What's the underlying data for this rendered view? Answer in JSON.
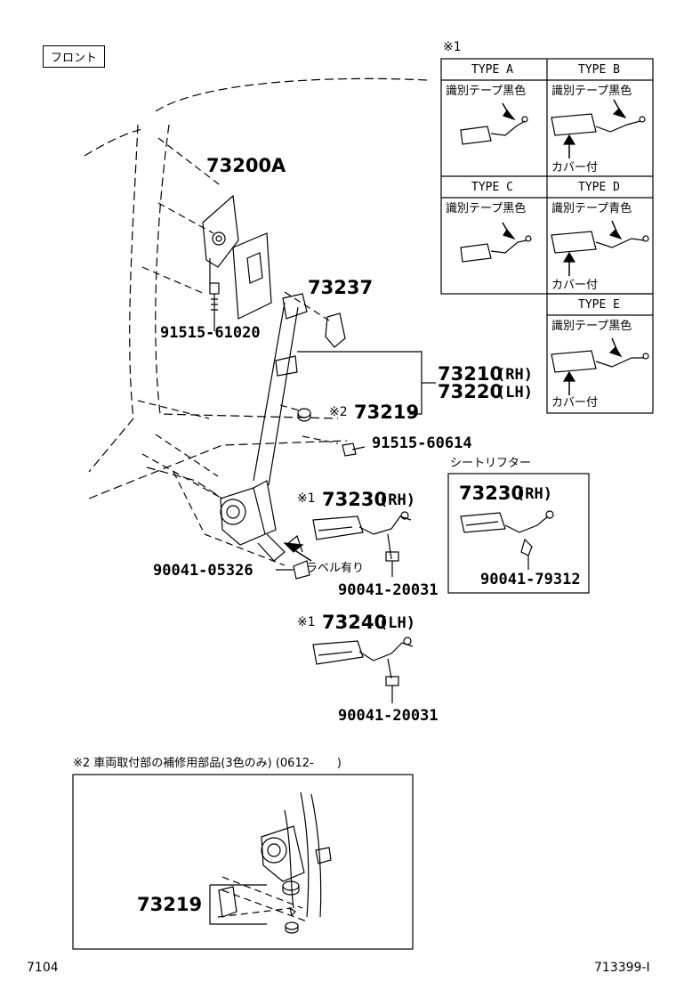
{
  "front_label": "フロント",
  "ref1_label": "※1",
  "types": [
    {
      "header": "TYPE A",
      "tape": "識別テープ黒色",
      "cover": ""
    },
    {
      "header": "TYPE B",
      "tape": "識別テープ黒色",
      "cover": "カバー付"
    },
    {
      "header": "TYPE C",
      "tape": "識別テープ黒色",
      "cover": ""
    },
    {
      "header": "TYPE D",
      "tape": "識別テープ青色",
      "cover": "カバー付"
    },
    {
      "header": "TYPE E",
      "tape": "識別テープ黒色",
      "cover": "カバー付"
    }
  ],
  "parts": {
    "p73200a": "73200A",
    "p91515_61020": "91515-61020",
    "p73237": "73237",
    "p73210": "73210",
    "rh": "(RH)",
    "p73220": "73220",
    "lh": "(LH)",
    "ref2": "※2",
    "p73219": "73219",
    "p91515_60614": "91515-60614",
    "ref1": "※1",
    "p73230": "73230",
    "p90041_05326": "90041-05326",
    "label_ari": "ラベル有り",
    "p90041_20031": "90041-20031",
    "p73240": "73240",
    "p90041_20031_b": "90041-20031"
  },
  "seat_lifter": {
    "title": "シートリフター",
    "part": "73230",
    "rh": "(RH)",
    "bolt": "90041-79312"
  },
  "note2": {
    "title": "※2 車両取付部の補修用部品(3色のみ) (0612-　　)",
    "part": "73219"
  },
  "footer": {
    "left": "7104",
    "right": "713399-I"
  }
}
